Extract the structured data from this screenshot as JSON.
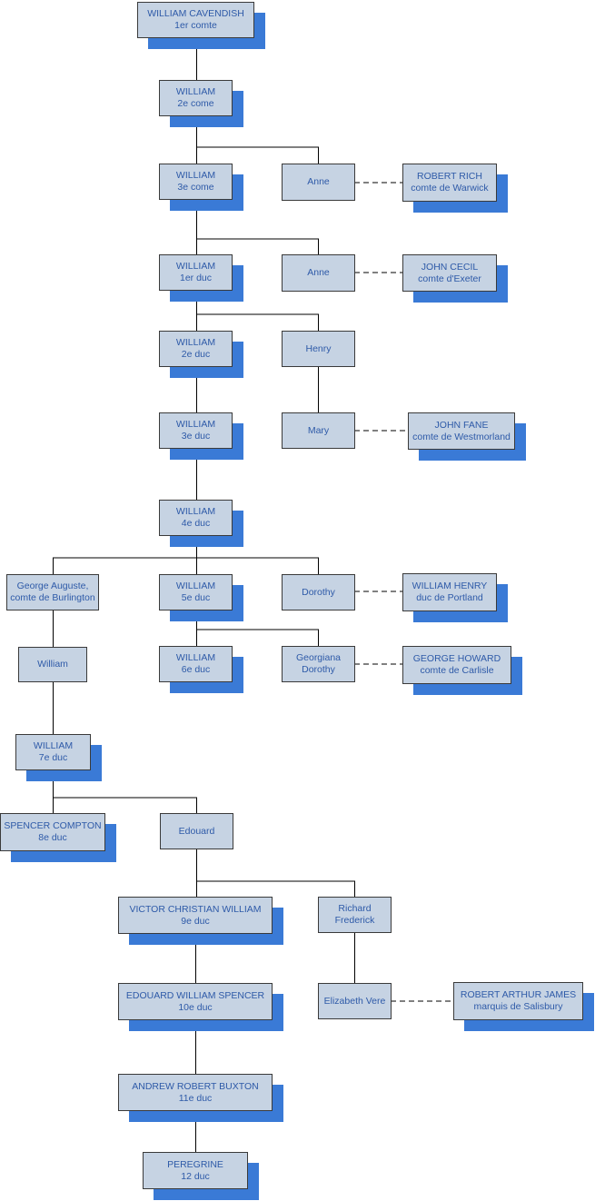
{
  "nodes": {
    "william_1": {
      "name": "WILLIAM CAVENDISH",
      "title": "1er comte"
    },
    "william_2": {
      "name": "WILLIAM",
      "title": "2e come"
    },
    "william_3": {
      "name": "WILLIAM",
      "title": "3e come"
    },
    "anne_a": {
      "name": "Anne"
    },
    "robert_rich": {
      "name": "ROBERT RICH",
      "title": "comte de Warwick"
    },
    "william_4": {
      "name": "WILLIAM",
      "title": "1er duc"
    },
    "anne_b": {
      "name": "Anne"
    },
    "john_cecil": {
      "name": "JOHN CECIL",
      "title": "comte d'Exeter"
    },
    "william_5": {
      "name": "WILLIAM",
      "title": "2e duc"
    },
    "henry": {
      "name": "Henry"
    },
    "william_6": {
      "name": "WILLIAM",
      "title": "3e duc"
    },
    "mary": {
      "name": "Mary"
    },
    "john_fane": {
      "name": "JOHN FANE",
      "title": "comte de Westmorland"
    },
    "william_7": {
      "name": "WILLIAM",
      "title": "4e duc"
    },
    "george_auguste": {
      "name": "George Auguste,",
      "title": "comte de Burlington"
    },
    "william_8": {
      "name": "WILLIAM",
      "title": "5e duc"
    },
    "dorothy": {
      "name": "Dorothy"
    },
    "william_henry": {
      "name": "WILLIAM HENRY",
      "title": "duc de Portland"
    },
    "william_plain": {
      "name": "William"
    },
    "william_9": {
      "name": "WILLIAM",
      "title": "6e duc"
    },
    "georgiana": {
      "name": "Georgiana",
      "title": "Dorothy"
    },
    "george_howard": {
      "name": "GEORGE HOWARD",
      "title": "comte de Carlisle"
    },
    "william_10": {
      "name": "WILLIAM",
      "title": "7e duc"
    },
    "spencer_compton": {
      "name": "SPENCER COMPTON",
      "title": "8e duc"
    },
    "edouard": {
      "name": "Edouard"
    },
    "victor": {
      "name": "VICTOR CHRISTIAN WILLIAM",
      "title": "9e duc"
    },
    "richard": {
      "name": "Richard",
      "title": "Frederick"
    },
    "edouard_ws": {
      "name": "EDOUARD WILLIAM SPENCER",
      "title": "10e duc"
    },
    "elizabeth": {
      "name": "Elizabeth Vere"
    },
    "robert_arthur": {
      "name": "ROBERT ARTHUR JAMES",
      "title": "marquis de Salisbury"
    },
    "andrew": {
      "name": "ANDREW ROBERT BUXTON",
      "title": "11e duc"
    },
    "peregrine": {
      "name": "PEREGRINE",
      "title": "12 duc"
    }
  },
  "colors": {
    "box_fill": "#c6d3e3",
    "box_border": "#3a3a3a",
    "shadow": "#3a7ad6",
    "text": "#2e5aa8",
    "line": "#000000"
  }
}
